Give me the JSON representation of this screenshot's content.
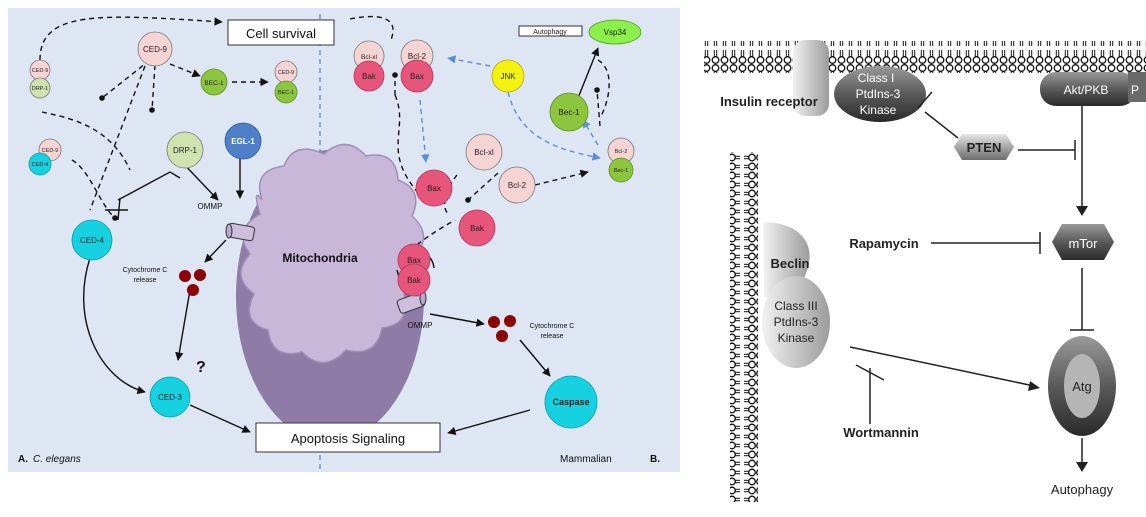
{
  "left_panel": {
    "cell_survival": "Cell survival",
    "apoptosis": "Apoptosis Signaling",
    "mitochondria": "Mitochondria",
    "panel_a_letter": "A.",
    "panel_a_species": "C. elegans",
    "panel_b_species": "Mammalian",
    "panel_b_letter": "B.",
    "question_mark": "?",
    "nodes": {
      "ced9_top": "CED-9",
      "ced9_a": "CED-9",
      "drp1_a": "DRP-1",
      "bec1_a": "BEC-1",
      "ced9_b": "CED-9",
      "bec1_b": "BEC-1",
      "drp1": "DRP-1",
      "egl1": "EGL-1",
      "ced9_c": "CED-9",
      "ced4_c": "CED-4",
      "ced4": "CED-4",
      "ced3": "CED-3",
      "bclxl_top": "Bcl-xl",
      "bak_top": "Bak",
      "bcl2_top": "Bcl-2",
      "bax_top": "Bax",
      "jnk": "JNK",
      "autophagy": "Autophagy",
      "vsp34": "Vsp34",
      "bec1_m": "Bec-1",
      "bcl2_small": "Bcl-2",
      "bec1_small": "Bec-1",
      "bax_mid": "Bax",
      "bclxl_mid": "Bcl-xl",
      "bcl2_mid": "Bcl-2",
      "bak_mid": "Bak",
      "bax_mito": "Bax",
      "bak_mito": "Bak",
      "caspase": "Caspase"
    },
    "ommp_left": "OMMP",
    "ommp_right": "OMMP",
    "cytc_left_1": "Cytochrome C",
    "cytc_left_2": "release",
    "cytc_right_1": "Cytochrome C",
    "cytc_right_2": "release"
  },
  "right_panel": {
    "insulin_receptor": "Insulin receptor",
    "class1_l1": "Class I",
    "class1_l2": "PtdIns-3",
    "class1_l3": "Kinase",
    "akt": "Akt/PKB",
    "akt_cut": "P",
    "pten": "PTEN",
    "rapamycin": "Rapamycin",
    "mtor": "mTor",
    "beclin": "Beclin",
    "class3_l1": "Class III",
    "class3_l2": "PtdIns-3",
    "class3_l3": "Kinase",
    "atg": "Atg",
    "wortmannin": "Wortmannin",
    "autophagy": "Autophagy"
  },
  "colors": {
    "panel_bg": "#dde6f2",
    "ced9_pink": "#f7d4d4",
    "green": "#8cc63f",
    "cyan": "#16d2e0",
    "blue": "#4f7fc8",
    "magenta": "#e8557a",
    "yellow": "#f5f20f",
    "mito_outer": "#8e7ba6",
    "mito_inner": "#c8b7d8",
    "dark_red": "#8b0000"
  }
}
